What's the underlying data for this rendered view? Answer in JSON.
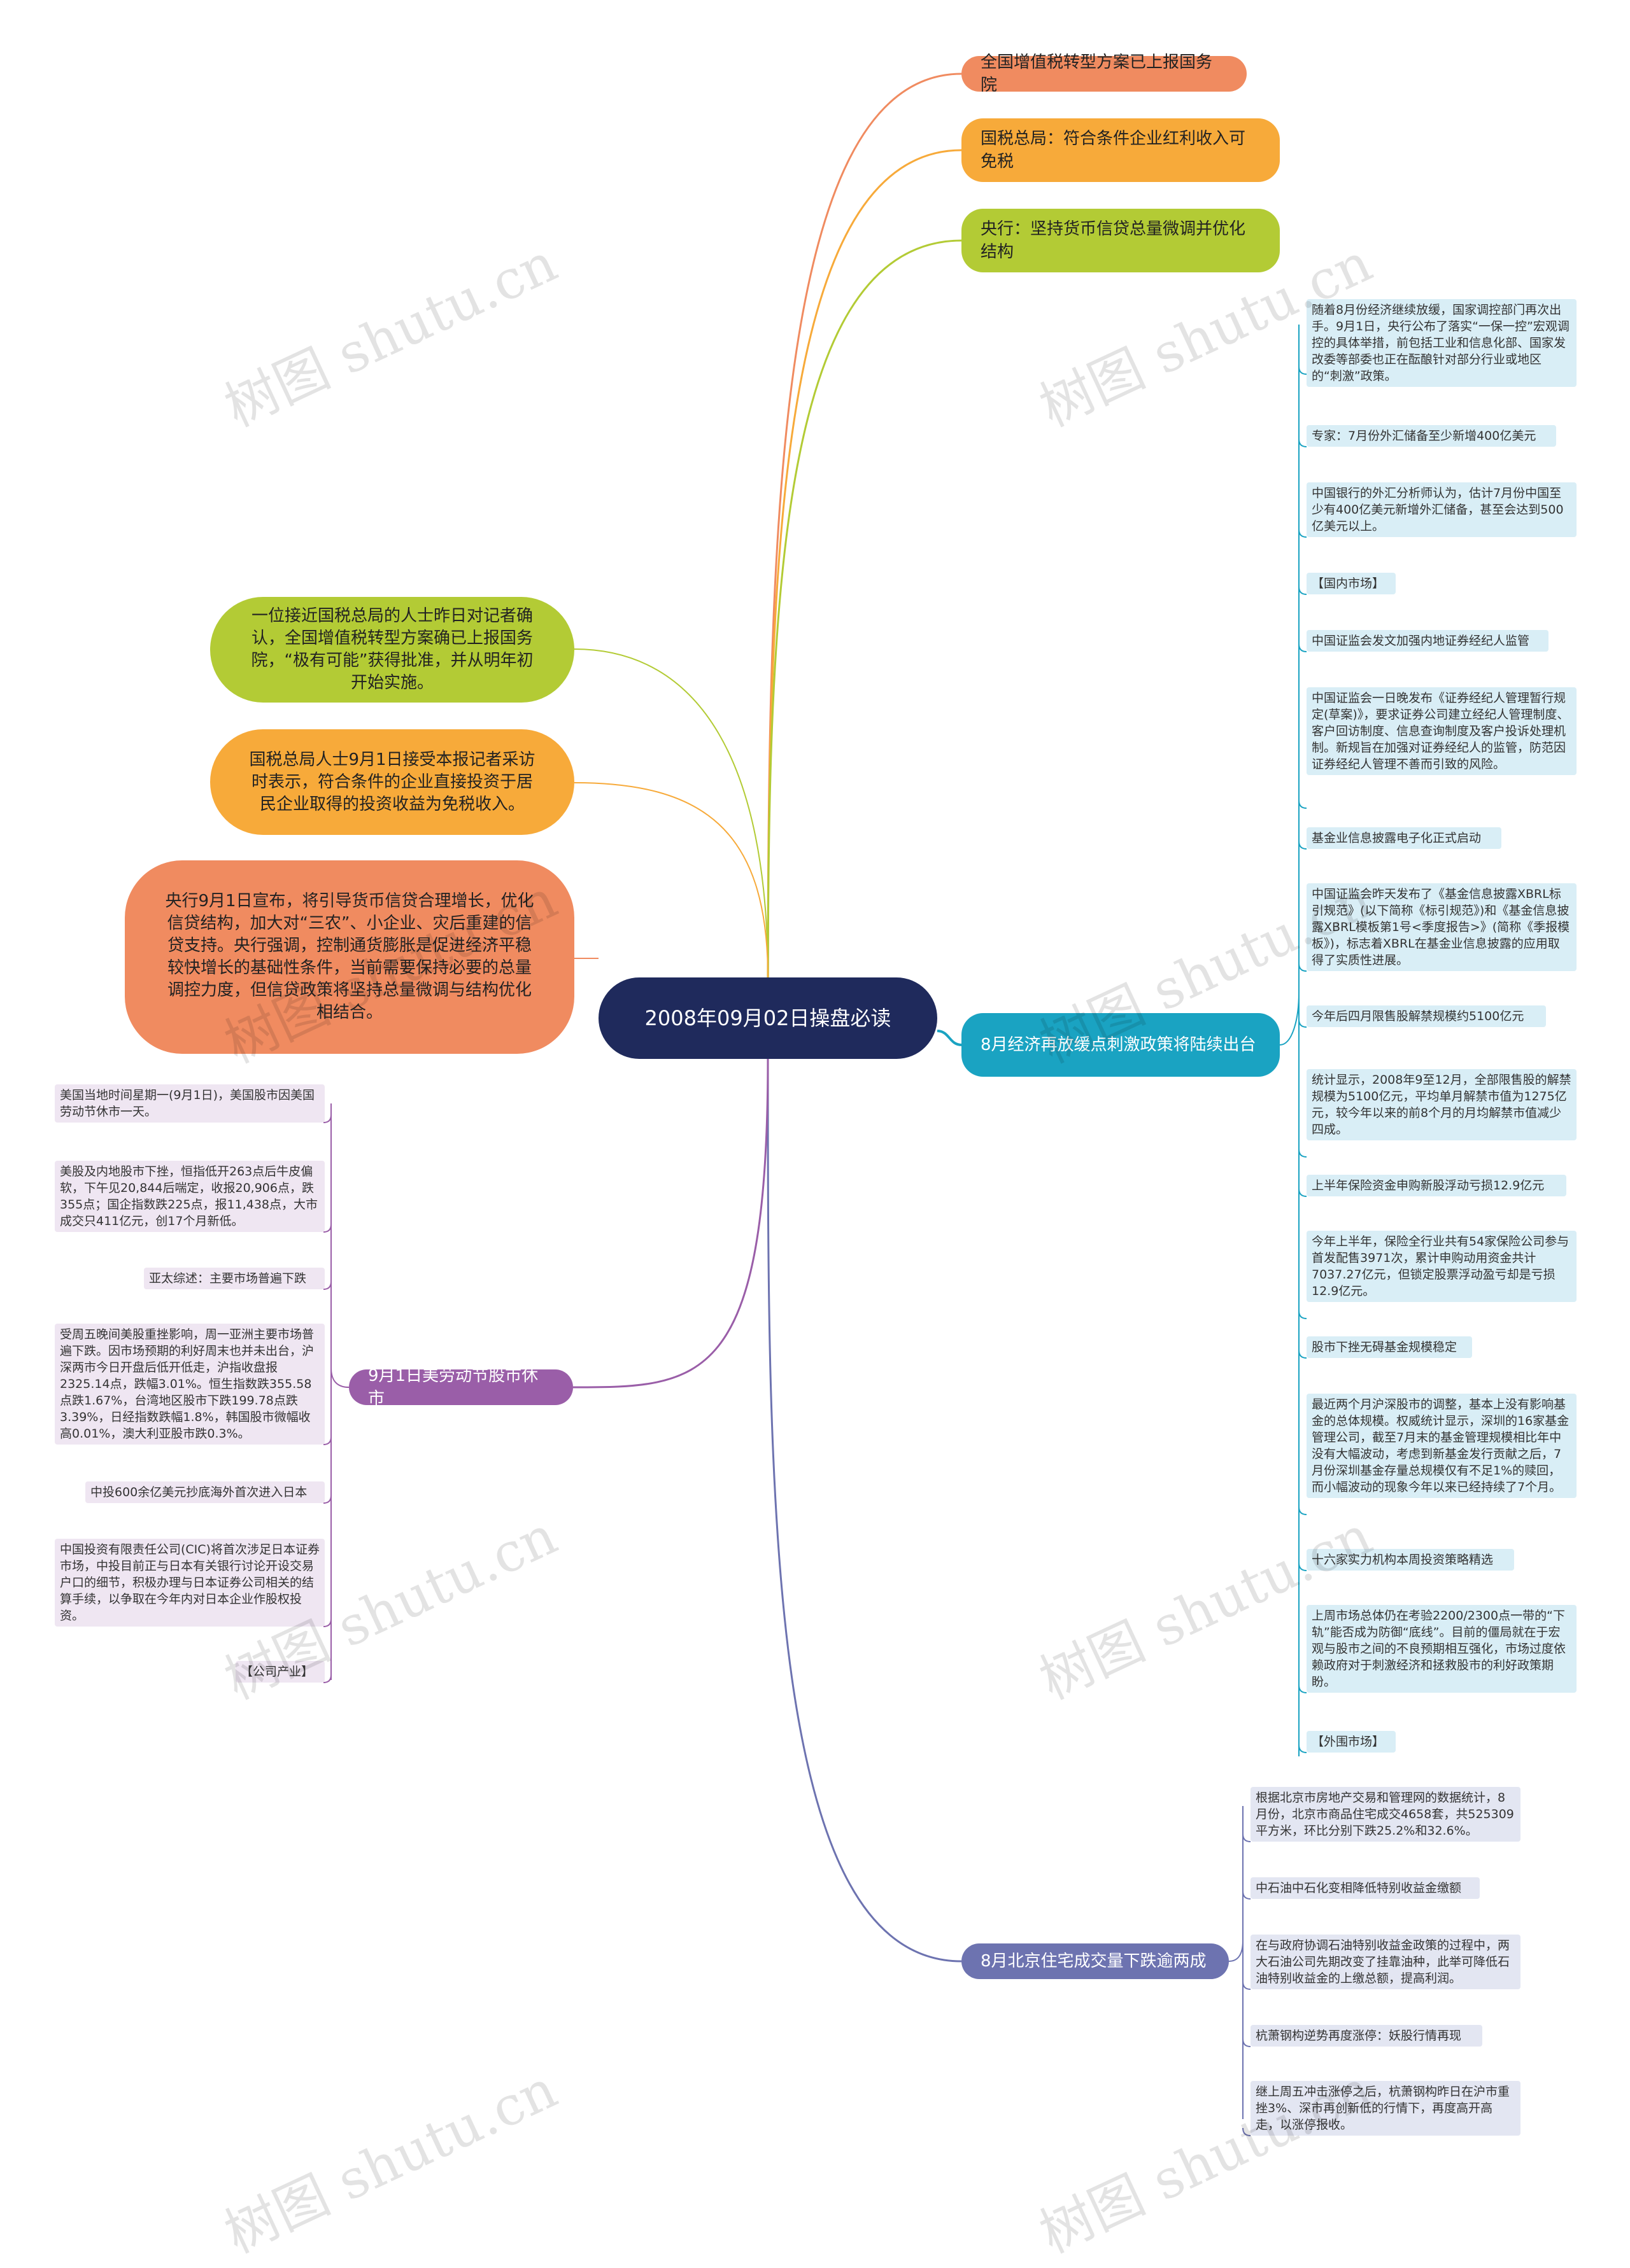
{
  "root": "2008年09月02日操盘必读",
  "watermark": "树图 shutu.cn",
  "top_branches": [
    "全国增值税转型方案已上报国务院",
    "国税总局：符合条件企业红利收入可免税",
    "央行：坚持货币信贷总量微调并优化结构"
  ],
  "left_big": [
    "一位接近国税总局的人士昨日对记者确认，全国增值税转型方案确已上报国务院，“极有可能”获得批准，并从明年初开始实施。",
    "国税总局人士9月1日接受本报记者采访时表示，符合条件的企业直接投资于居民企业取得的投资收益为免税收入。",
    "央行9月1日宣布，将引导货币信贷合理增长，优化信贷结构，加大对“三农”、小企业、灾后重建的信贷支持。央行强调，控制通货膨胀是促进经济平稳较快增长的基础性条件，当前需要保持必要的总量调控力度，但信贷政策将坚持总量微调与结构优化相结合。"
  ],
  "branch_policy": {
    "label": "8月经济再放缓点刺激政策将陆续出台",
    "items": [
      "随着8月份经济继续放缓，国家调控部门再次出手。9月1日，央行公布了落实“一保一控”宏观调控的具体举措，前包括工业和信息化部、国家发改委等部委也正在酝酿针对部分行业或地区的“刺激”政策。",
      "专家：7月份外汇储备至少新增400亿美元",
      "中国银行的外汇分析师认为，估计7月份中国至少有400亿美元新增外汇储备，甚至会达到500亿美元以上。",
      "【国内市场】",
      "中国证监会发文加强内地证券经纪人监管",
      "中国证监会一日晚发布《证券经纪人管理暂行规定(草案)》，要求证券公司建立经纪人管理制度、客户回访制度、信息查询制度及客户投诉处理机制。新规旨在加强对证券经纪人的监管，防范因证券经纪人管理不善而引致的风险。",
      "基金业信息披露电子化正式启动",
      "中国证监会昨天发布了《基金信息披露XBRL标引规范》(以下简称《标引规范》)和《基金信息披露XBRL模板第1号<季度报告>》(简称《季报模板》)，标志着XBRL在基金业信息披露的应用取得了实质性进展。",
      "今年后四月限售股解禁规模约5100亿元",
      "统计显示，2008年9至12月，全部限售股的解禁规模为5100亿元，平均单月解禁市值为1275亿元，较今年以来的前8个月的月均解禁市值减少四成。",
      "上半年保险资金申购新股浮动亏损12.9亿元",
      "今年上半年，保险全行业共有54家保险公司参与首发配售3971次，累计申购动用资金共计7037.27亿元，但锁定股票浮动盈亏却是亏损12.9亿元。",
      "股市下挫无碍基金规模稳定",
      "最近两个月沪深股市的调整，基本上没有影响基金的总体规模。权威统计显示，深圳的16家基金管理公司，截至7月末的基金管理规模相比年中没有大幅波动，考虑到新基金发行贡献之后，7月份深圳基金存量总规模仅有不足1%的赎回，而小幅波动的现象今年以来已经持续了7个月。",
      "十六家实力机构本周投资策略精选",
      "上周市场总体仍在考验2200/2300点一带的“下轨”能否成为防御“底线”。目前的僵局就在于宏观与股市之间的不良预期相互强化，市场过度依赖政府对于刺激经济和拯救股市的利好政策期盼。",
      "【外围市场】"
    ]
  },
  "branch_us": {
    "label": "9月1日美劳动节股市休市",
    "items": [
      "美国当地时间星期一(9月1日)，美国股市因美国劳动节休市一天。",
      "美股及内地股市下挫，恒指低开263点后牛皮偏软，下午见20,844后喘定，收报20,906点，跌355点；国企指数跌225点，报11,438点，大市成交只411亿元，创17个月新低。",
      "亚太综述：主要市场普遍下跌",
      "受周五晚间美股重挫影响，周一亚洲主要市场普遍下跌。因市场预期的利好周末也并未出台，沪深两市今日开盘后低开低走，沪指收盘报2325.14点，跌幅3.01%。恒生指数跌355.58点跌1.67%，台湾地区股市下跌199.78点跌3.39%，日经指数跌幅1.8%，韩国股市微幅收高0.01%，澳大利亚股市跌0.3%。",
      "中投600余亿美元抄底海外首次进入日本",
      "中国投资有限责任公司(CIC)将首次涉足日本证券市场，中投目前正与日本有关银行讨论开设交易户口的细节，积极办理与日本证券公司相关的结算手续，以争取在今年内对日本企业作股权投资。",
      "【公司产业】"
    ]
  },
  "branch_bj": {
    "label": "8月北京住宅成交量下跌逾两成",
    "items": [
      "根据北京市房地产交易和管理网的数据统计，8月份，北京市商品住宅成交4658套，共525309平方米，环比分别下跌25.2%和32.6%。",
      "中石油中石化变相降低特别收益金缴额",
      "在与政府协调石油特别收益金政策的过程中，两大石油公司先期改变了挂靠油种，此举可降低石油特别收益金的上缴总额，提高利润。",
      "杭萧钢构逆势再度涨停：妖股行情再现",
      "继上周五冲击涨停之后，杭萧钢构昨日在沪市重挫3%、深市再创新低的行情下，再度高开高走，以涨停报收。"
    ]
  },
  "colors": {
    "root": "#1f2a5c",
    "salmon": "#f08b60",
    "orange": "#f7aa3a",
    "lime": "#b3cb35",
    "teal": "#1aa3c2",
    "purple": "#9a5ea8",
    "lavender": "#6d73b0"
  }
}
